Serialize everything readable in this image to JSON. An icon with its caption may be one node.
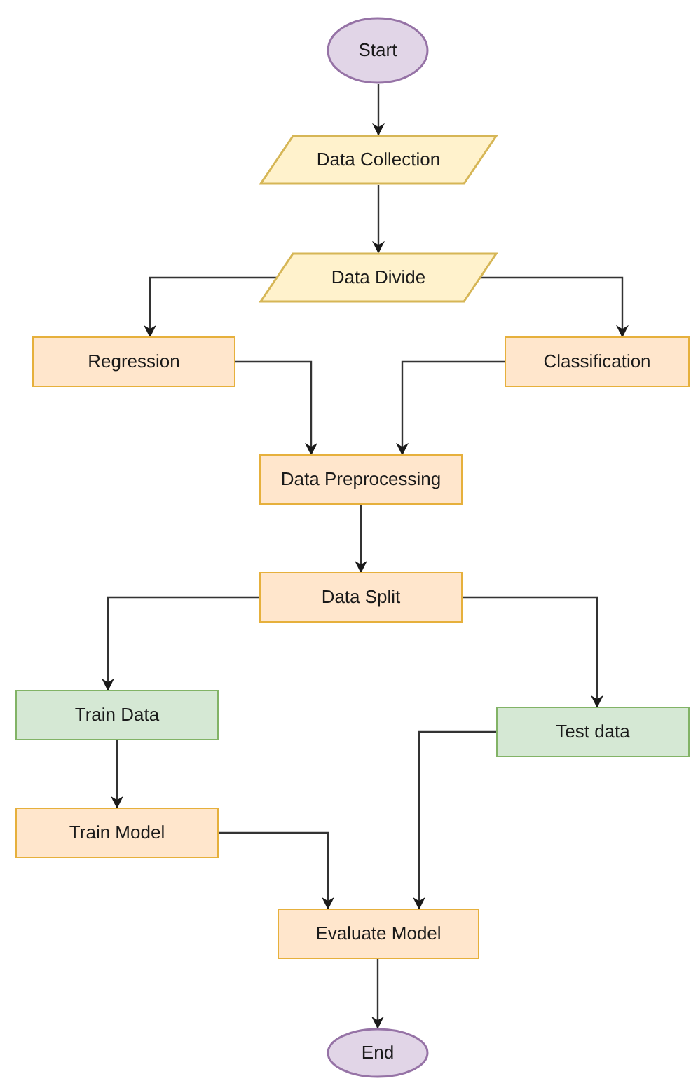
{
  "diagram": {
    "nodes": [
      {
        "text": [
          "Start"
        ]
      },
      {
        "text": [
          "Data Collection"
        ]
      },
      {
        "text": [
          "Data Divide"
        ]
      },
      {
        "text": [
          "Regression"
        ]
      },
      {
        "text": [
          "Classification"
        ]
      },
      {
        "text": [
          "Data Preprocessing"
        ]
      },
      {
        "text": [
          "Data Split"
        ]
      },
      {
        "text": [
          "Train Data"
        ]
      },
      {
        "text": [
          "Test data"
        ]
      },
      {
        "text": [
          "Train Model"
        ]
      },
      {
        "text": [
          "Evaluate Model"
        ]
      },
      {
        "text": [
          "End"
        ]
      }
    ],
    "edges": [
      {
        "from": 0,
        "to": 1,
        "arrow": "to"
      },
      {
        "from": 1,
        "to": 2,
        "arrow": "to"
      },
      {
        "from": 2,
        "to": 3,
        "arrow": "to"
      },
      {
        "from": 2,
        "to": 4,
        "arrow": "to"
      },
      {
        "from": 3,
        "to": 5,
        "arrow": "to"
      },
      {
        "from": 4,
        "to": 5,
        "arrow": "to"
      },
      {
        "from": 5,
        "to": 6,
        "arrow": "to"
      },
      {
        "from": 6,
        "to": 7,
        "arrow": "to"
      },
      {
        "from": 6,
        "to": 8,
        "arrow": "to"
      },
      {
        "from": 7,
        "to": 9,
        "arrow": "to"
      },
      {
        "from": 9,
        "to": 10,
        "arrow": "to"
      },
      {
        "from": 8,
        "to": 10,
        "arrow": "to"
      },
      {
        "from": 10,
        "to": 11,
        "arrow": "to"
      }
    ]
  }
}
